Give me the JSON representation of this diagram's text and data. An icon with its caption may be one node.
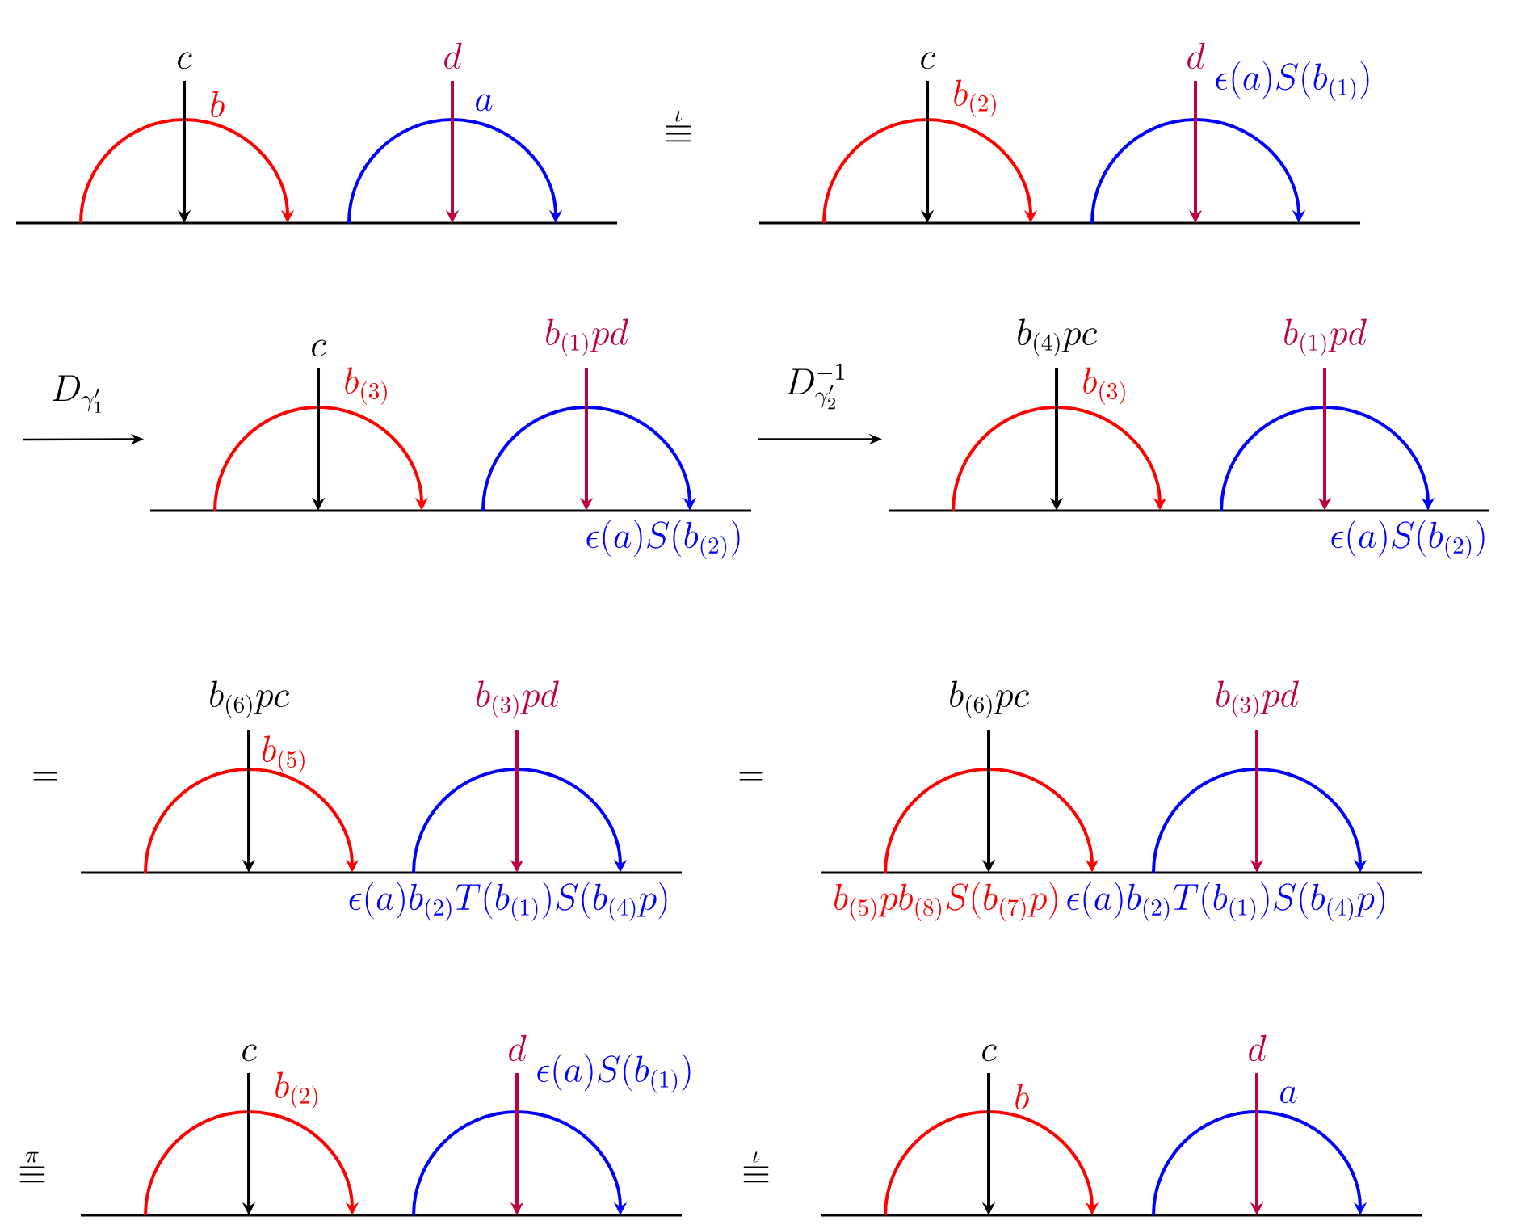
{
  "diagram": {
    "nodes": [
      {
        "text": [
          "c",
          "b",
          "d",
          "a"
        ]
      },
      {
        "text": [
          "c",
          "b_{(2)}",
          "d",
          "\\epsilon(a)S(b_{(1)})"
        ]
      },
      {
        "text": [
          "c",
          "b_{(3)}",
          "b_{(1)}pd",
          "\\epsilon(a)S(b_{(2)})"
        ]
      },
      {
        "text": [
          "b_{(4)}pc",
          "b_{(3)}",
          "b_{(1)}pd",
          "\\epsilon(a)S(b_{(2)})"
        ]
      },
      {
        "text": [
          "b_{(6)}pc",
          "b_{(5)}",
          "b_{(3)}pd",
          "\\epsilon(a)b_{(2)}T(b_{(1)})S(b_{(4)}p)"
        ]
      },
      {
        "text": [
          "b_{(6)}pc",
          "b_{(3)}pd",
          "b_{(5)}pb_{(8)}S(b_{(7)}p)",
          "\\epsilon(a)b_{(2)}T(b_{(1)})S(b_{(4)}p)"
        ]
      },
      {
        "text": [
          "c",
          "b_{(2)}",
          "d",
          "\\epsilon(a)S(b_{(1)})"
        ]
      },
      {
        "text": [
          "c",
          "b",
          "d",
          "a"
        ]
      }
    ],
    "edges": [
      {
        "from": null,
        "to": 2,
        "arrow": "to",
        "label": "D_{\\gamma'_1}"
      },
      {
        "from": 2,
        "to": 3,
        "arrow": "to",
        "label": "D^{-1}_{\\gamma'_2}"
      }
    ],
    "labels": [
      "\\stackrel{\\iota}{\\equiv}",
      "=",
      "=",
      "\\stackrel{\\pi}{\\equiv}",
      "\\stackrel{\\iota}{\\equiv}"
    ]
  }
}
